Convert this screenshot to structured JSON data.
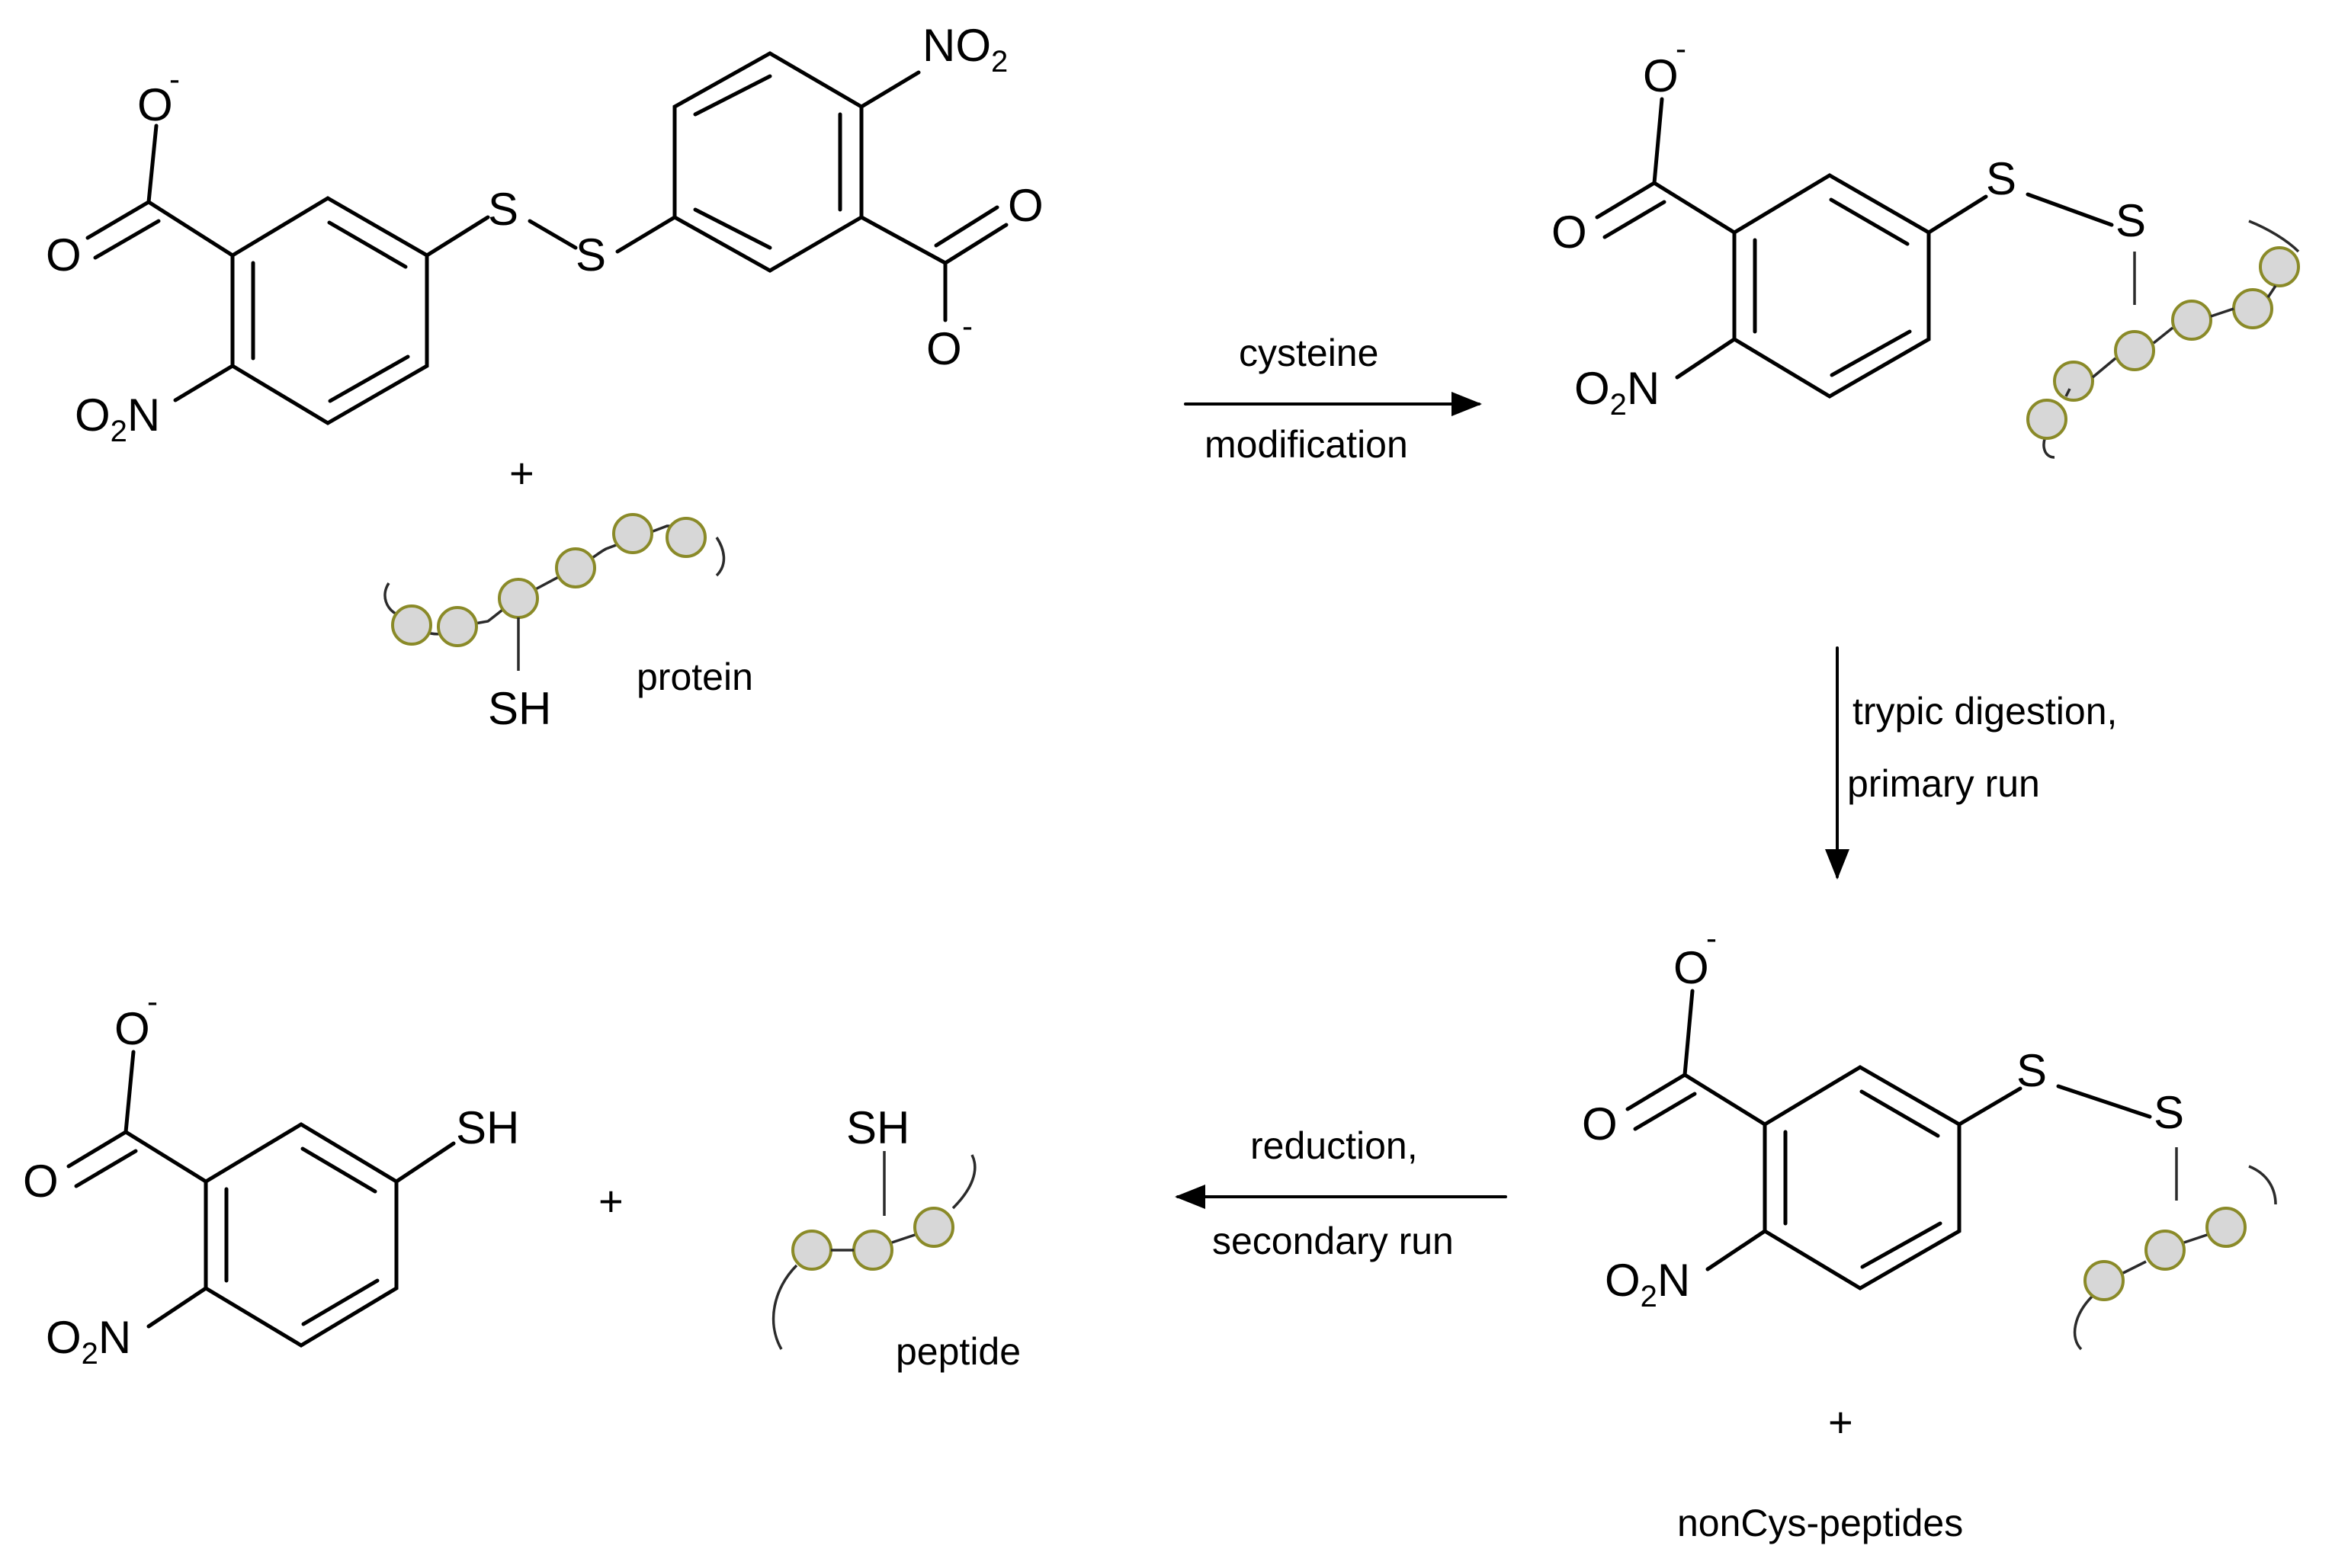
{
  "atoms": {
    "oxygen": "O",
    "minus": "-",
    "sulfur": "S",
    "thiol": "SH",
    "nitro_o": "O",
    "nitro_sub": "2",
    "nitro_n": "N",
    "no_prefix": "NO",
    "no_sub": "2"
  },
  "plus_sign": "+",
  "labels": {
    "protein": "protein",
    "peptide": "peptide",
    "noncys": "nonCys-peptides"
  },
  "steps": {
    "step1_top": "cysteine",
    "step1_bottom": "modification",
    "step2_line1": "trypic digestion,",
    "step2_line2": "primary run",
    "step3_top": "reduction,",
    "step3_bottom": "secondary run"
  },
  "colors": {
    "bead_fill": "#d7d7d7",
    "bead_stroke": "#8a8a28",
    "ink": "#000000"
  }
}
